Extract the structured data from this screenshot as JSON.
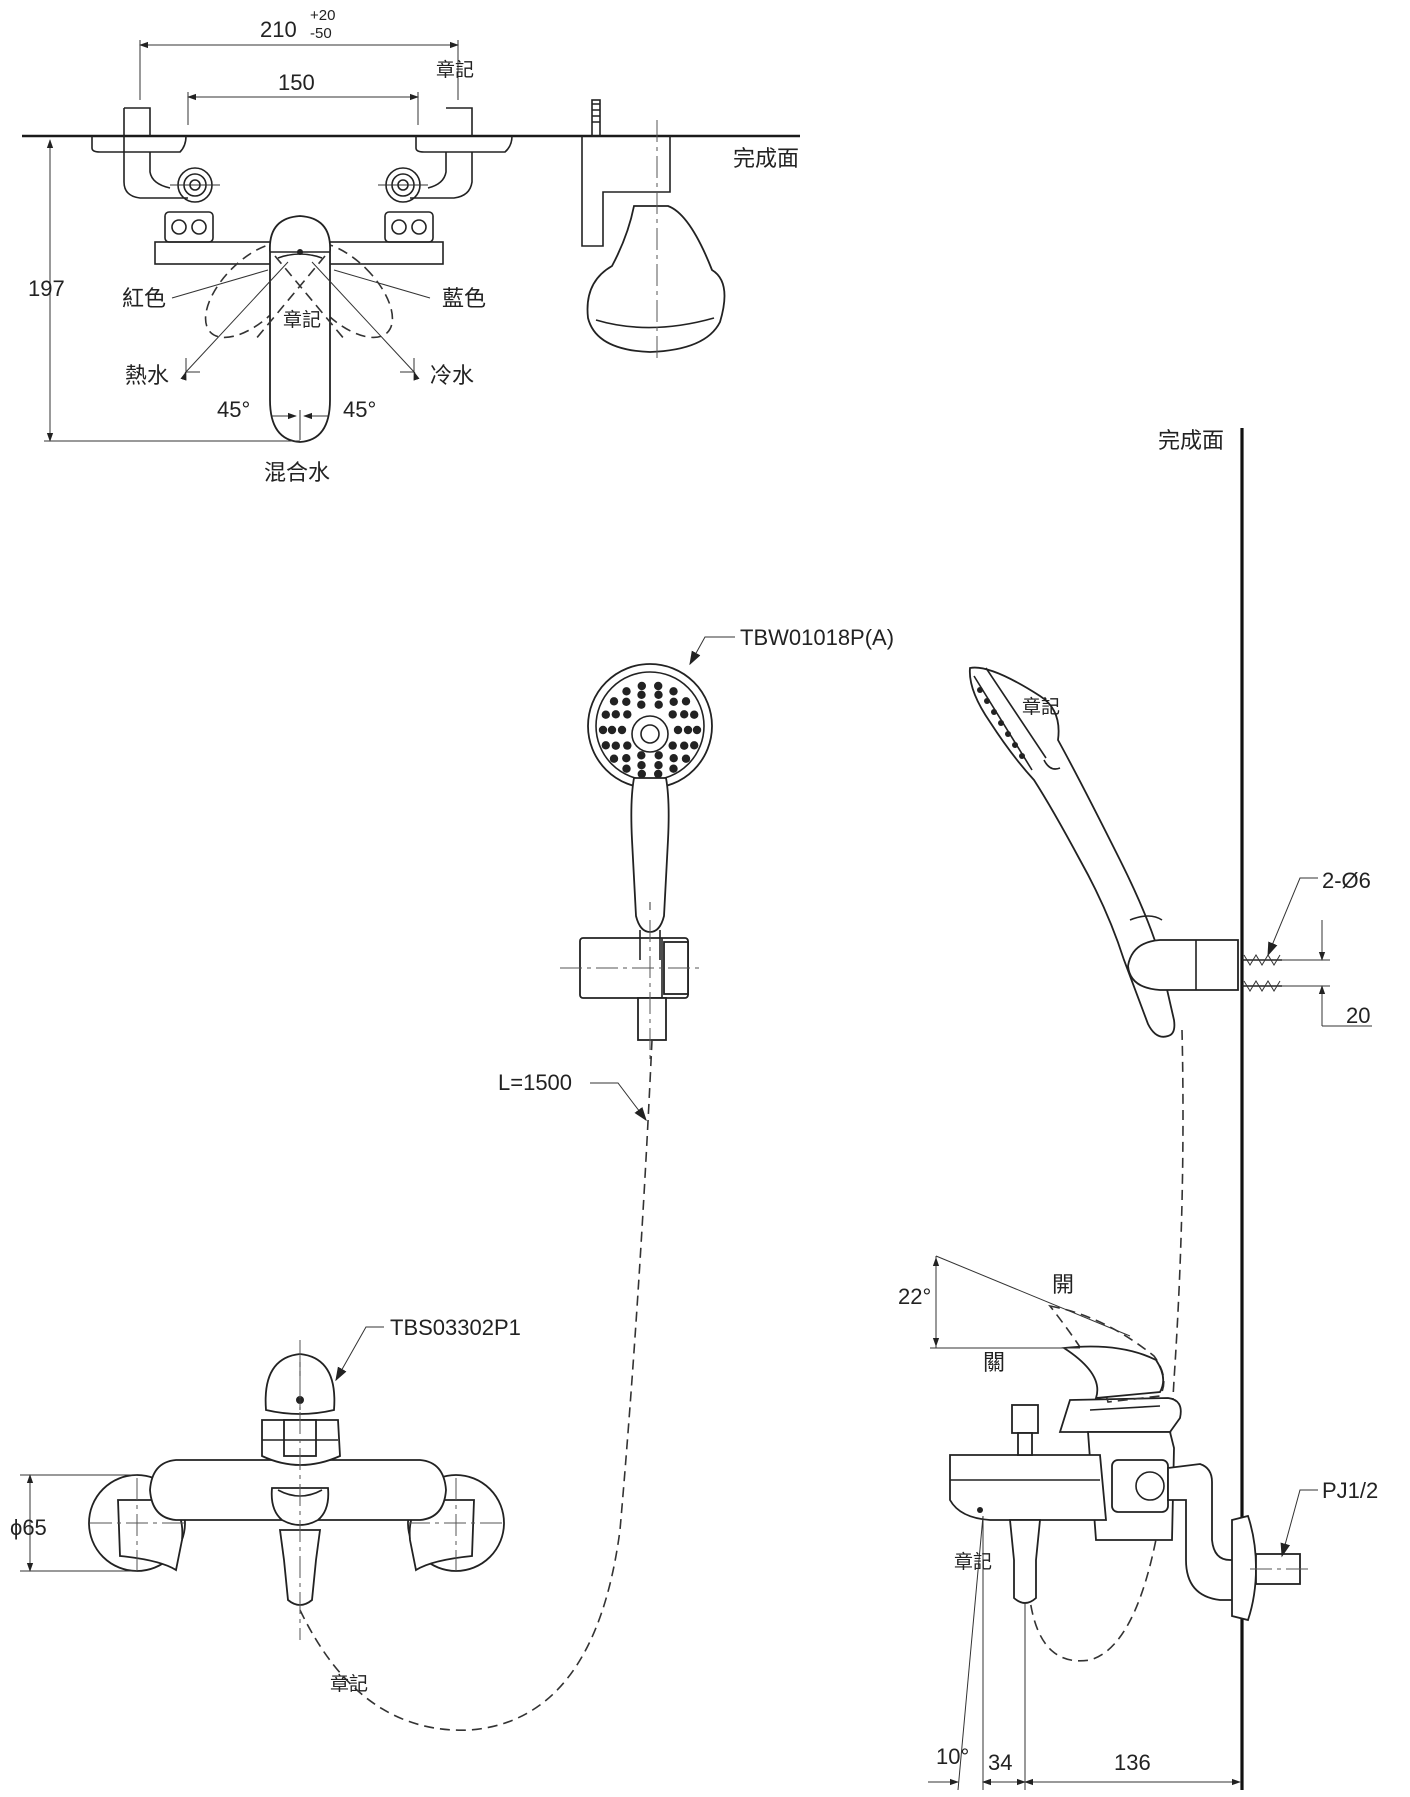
{
  "labels": {
    "dim_210": "210",
    "tol_plus": "+20",
    "tol_minus": "-50",
    "dim_150": "150",
    "dim_197": "197",
    "mark_top_right": "章記",
    "mark_lever": "章記",
    "mark_handshower": "章記",
    "mark_spout": "章記",
    "mark_hose": "章記",
    "finish_surface_top": "完成面",
    "finish_surface_side": "完成面",
    "red": "紅色",
    "blue": "藍色",
    "hot": "熱水",
    "cold": "冷水",
    "angle_left": "45°",
    "angle_right": "45°",
    "mixed": "混合水",
    "handshower_model": "TBW01018P(A)",
    "hose_length": "L=1500",
    "faucet_model": "TBS03302P1",
    "dia_65": "ϕ65",
    "screws": "2-Ø6",
    "dim_20": "20",
    "angle_22": "22°",
    "open": "開",
    "close": "關",
    "pipe": "PJ1/2",
    "angle_10": "10°",
    "dim_34": "34",
    "dim_136": "136"
  }
}
